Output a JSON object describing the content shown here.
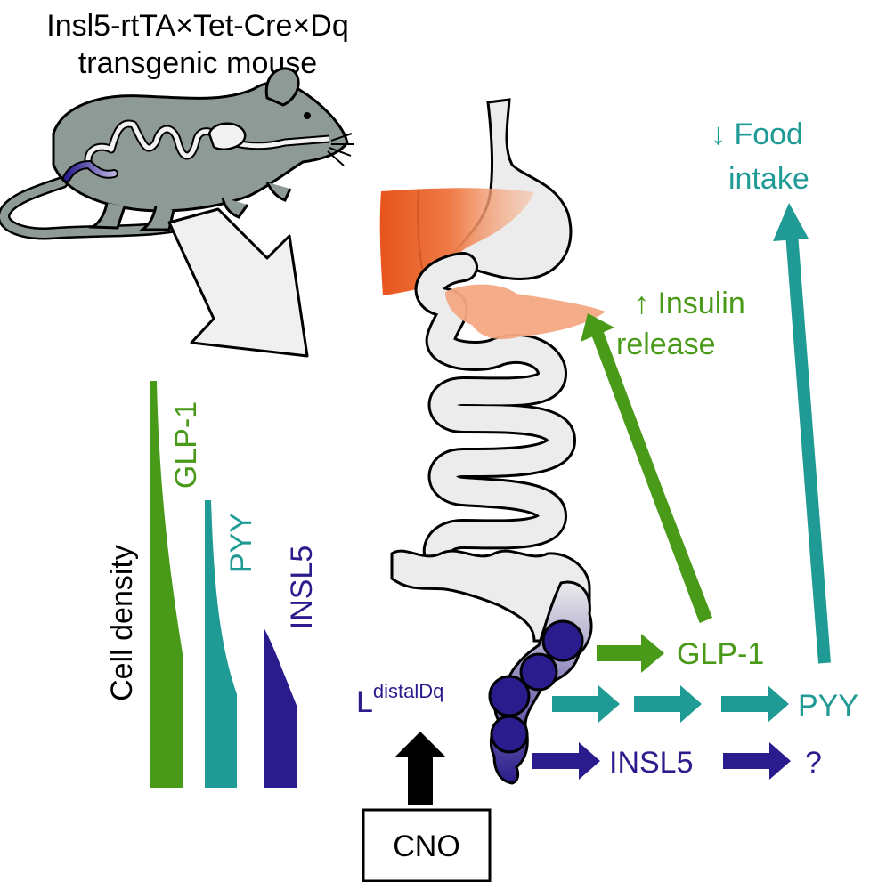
{
  "title": {
    "line1": "Insl5-rtTA×Tet-Cre×Dq",
    "line2": "transgenic mouse"
  },
  "density_panel": {
    "axis_label": "Cell density",
    "profiles": [
      {
        "label": "GLP-1",
        "color": "#4a9a1a"
      },
      {
        "label": "PYY",
        "color": "#1f9a95"
      },
      {
        "label": "INSL5",
        "color": "#2a1c8c"
      }
    ]
  },
  "cell_label": {
    "base": "L",
    "superscript": "distalDq"
  },
  "trigger": {
    "label": "CNO"
  },
  "outputs": {
    "glp1": "GLP-1",
    "pyy": "PYY",
    "insl5": "INSL5",
    "unknown": "?"
  },
  "effects": {
    "insulin_line1": "↑ Insulin",
    "insulin_line2": "release",
    "food_line1": "↓ Food",
    "food_line2": "intake"
  },
  "colors": {
    "green": "#4a9a1a",
    "teal": "#1f9a95",
    "navy": "#2a1c8c",
    "liver": "#e8541c",
    "pancreas": "#f4a882",
    "gut": "#ececec",
    "mouse": "#8e9a96"
  }
}
